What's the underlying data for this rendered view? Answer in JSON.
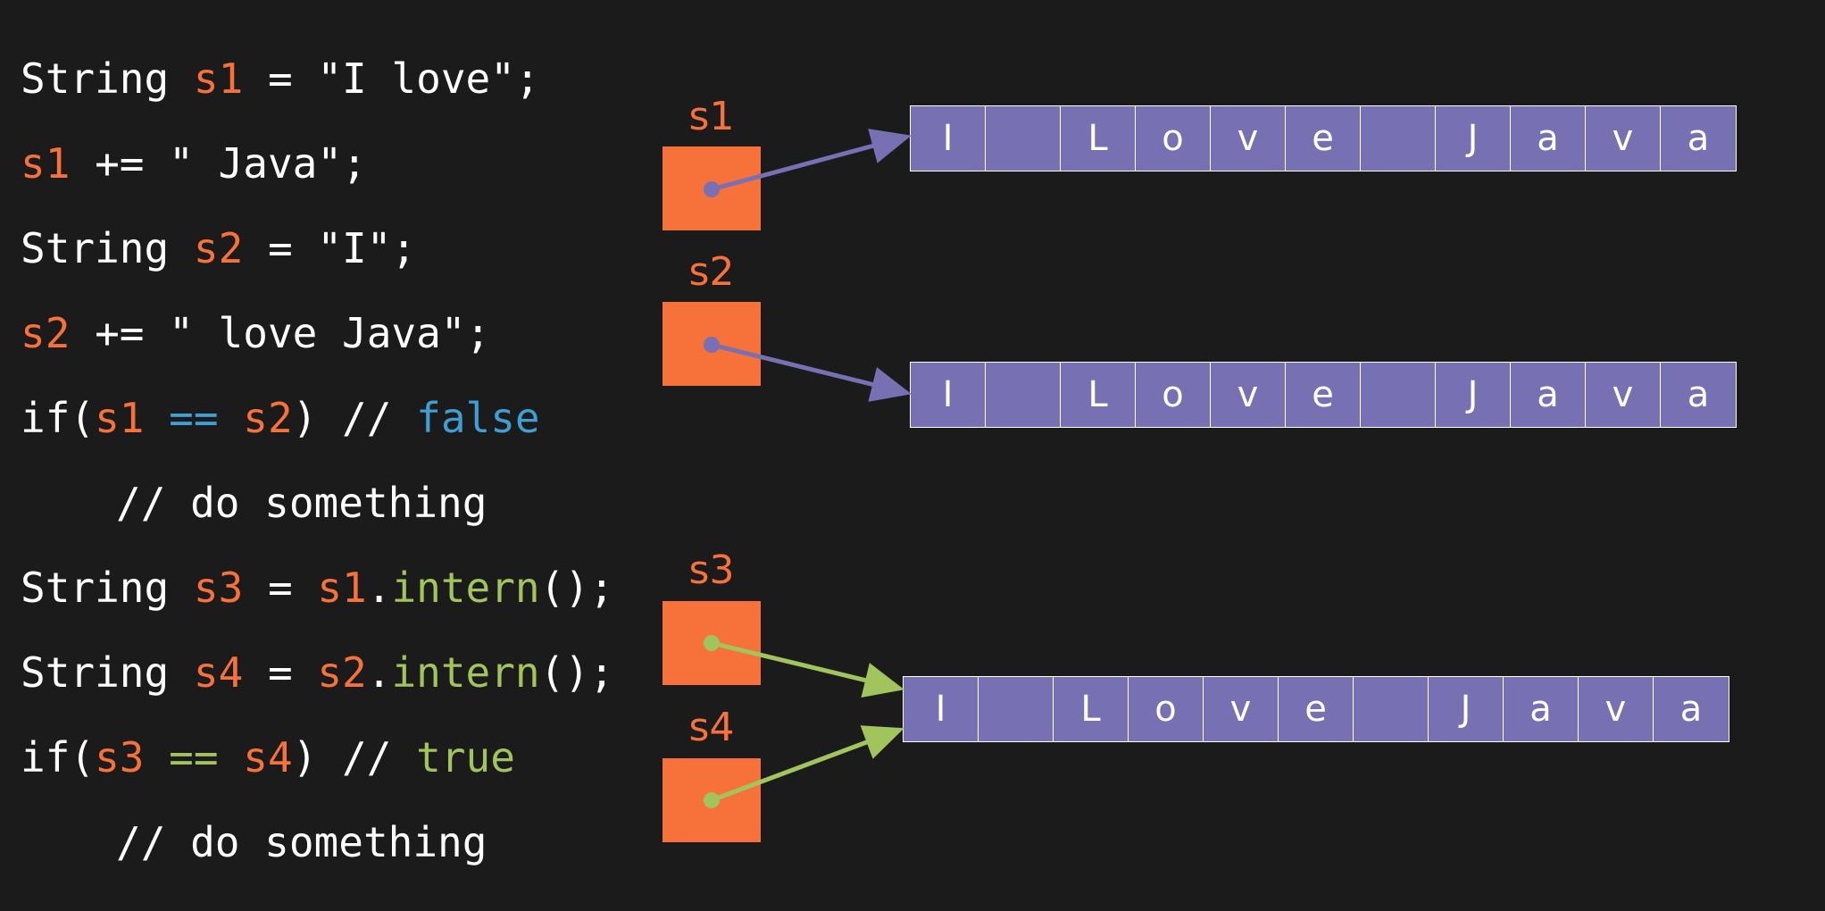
{
  "code_lines": [
    [
      {
        "t": "String ",
        "c": "plain"
      },
      {
        "t": "s1",
        "c": "var"
      },
      {
        "t": " = \"I love\";",
        "c": "plain"
      }
    ],
    [
      {
        "t": "s1",
        "c": "var"
      },
      {
        "t": " += \" Java\";",
        "c": "plain"
      }
    ],
    [
      {
        "t": "String ",
        "c": "plain"
      },
      {
        "t": "s2",
        "c": "var"
      },
      {
        "t": " = \"I\";",
        "c": "plain"
      }
    ],
    [
      {
        "t": "s2",
        "c": "var"
      },
      {
        "t": " += \" love Java\";",
        "c": "plain"
      }
    ],
    [
      {
        "t": "if(",
        "c": "plain"
      },
      {
        "t": "s1",
        "c": "var"
      },
      {
        "t": " == ",
        "c": "kw-blue"
      },
      {
        "t": "s2",
        "c": "var"
      },
      {
        "t": ") // ",
        "c": "plain"
      },
      {
        "t": "false",
        "c": "kw-blue"
      }
    ],
    [
      {
        "t": "// do something",
        "c": "plain"
      }
    ],
    [
      {
        "t": "String ",
        "c": "plain"
      },
      {
        "t": "s3",
        "c": "var"
      },
      {
        "t": " = ",
        "c": "plain"
      },
      {
        "t": "s1",
        "c": "var"
      },
      {
        "t": ".",
        "c": "plain"
      },
      {
        "t": "intern",
        "c": "kw-green"
      },
      {
        "t": "();",
        "c": "plain"
      }
    ],
    [
      {
        "t": "String ",
        "c": "plain"
      },
      {
        "t": "s4",
        "c": "var"
      },
      {
        "t": " = ",
        "c": "plain"
      },
      {
        "t": "s2",
        "c": "var"
      },
      {
        "t": ".",
        "c": "plain"
      },
      {
        "t": "intern",
        "c": "kw-green"
      },
      {
        "t": "();",
        "c": "plain"
      }
    ],
    [
      {
        "t": "if(",
        "c": "plain"
      },
      {
        "t": "s3",
        "c": "var"
      },
      {
        "t": " == ",
        "c": "kw-green"
      },
      {
        "t": "s4",
        "c": "var"
      },
      {
        "t": ") // ",
        "c": "plain"
      },
      {
        "t": "true",
        "c": "kw-green"
      }
    ],
    [
      {
        "t": "// do something",
        "c": "plain"
      }
    ]
  ],
  "pointers": [
    {
      "label": "s1"
    },
    {
      "label": "s2"
    },
    {
      "label": "s3"
    },
    {
      "label": "s4"
    }
  ],
  "strings": [
    {
      "chars": [
        "I",
        "",
        "L",
        "o",
        "v",
        "e",
        "",
        "J",
        "a",
        "v",
        "a"
      ]
    },
    {
      "chars": [
        "I",
        "",
        "L",
        "o",
        "v",
        "e",
        "",
        "J",
        "a",
        "v",
        "a"
      ]
    },
    {
      "chars": [
        "I",
        "",
        "L",
        "o",
        "v",
        "e",
        "",
        "J",
        "a",
        "v",
        "a"
      ]
    }
  ],
  "colors": {
    "background": "#1b1b1b",
    "variable": "#f7713a",
    "false_keyword": "#3d9fd4",
    "true_keyword": "#a1c55c",
    "string_cell": "#7770b3",
    "arrow_purple": "#7770b3",
    "arrow_green": "#a1c55c"
  }
}
